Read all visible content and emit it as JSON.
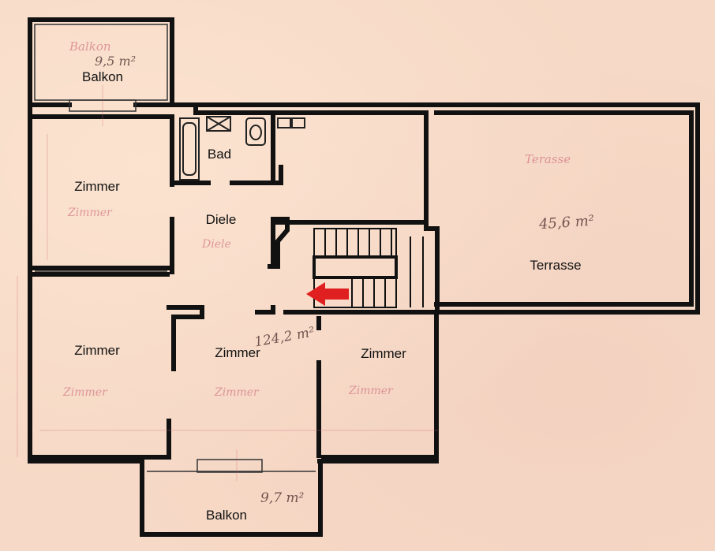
{
  "labels": {
    "balkon_top": "Balkon",
    "bad": "Bad",
    "zimmer_nw": "Zimmer",
    "diele": "Diele",
    "terrasse": "Terrasse",
    "zimmer_sw": "Zimmer",
    "zimmer_mid": "Zimmer",
    "zimmer_se": "Zimmer",
    "balkon_bottom": "Balkon"
  },
  "handwritten": {
    "balkon_top_area": "9,5 m²",
    "terrasse_area": "45,6 m²",
    "total_area": "124,2 m²",
    "balkon_bottom_area": "9,7 m²"
  },
  "colors": {
    "paper": "#f6d9c6",
    "wall": "#111111",
    "arrow": "#e02020"
  },
  "icons": [
    "stairs-icon",
    "arrow-left-icon",
    "bathtub-icon",
    "toilet-icon",
    "sink-icon"
  ]
}
